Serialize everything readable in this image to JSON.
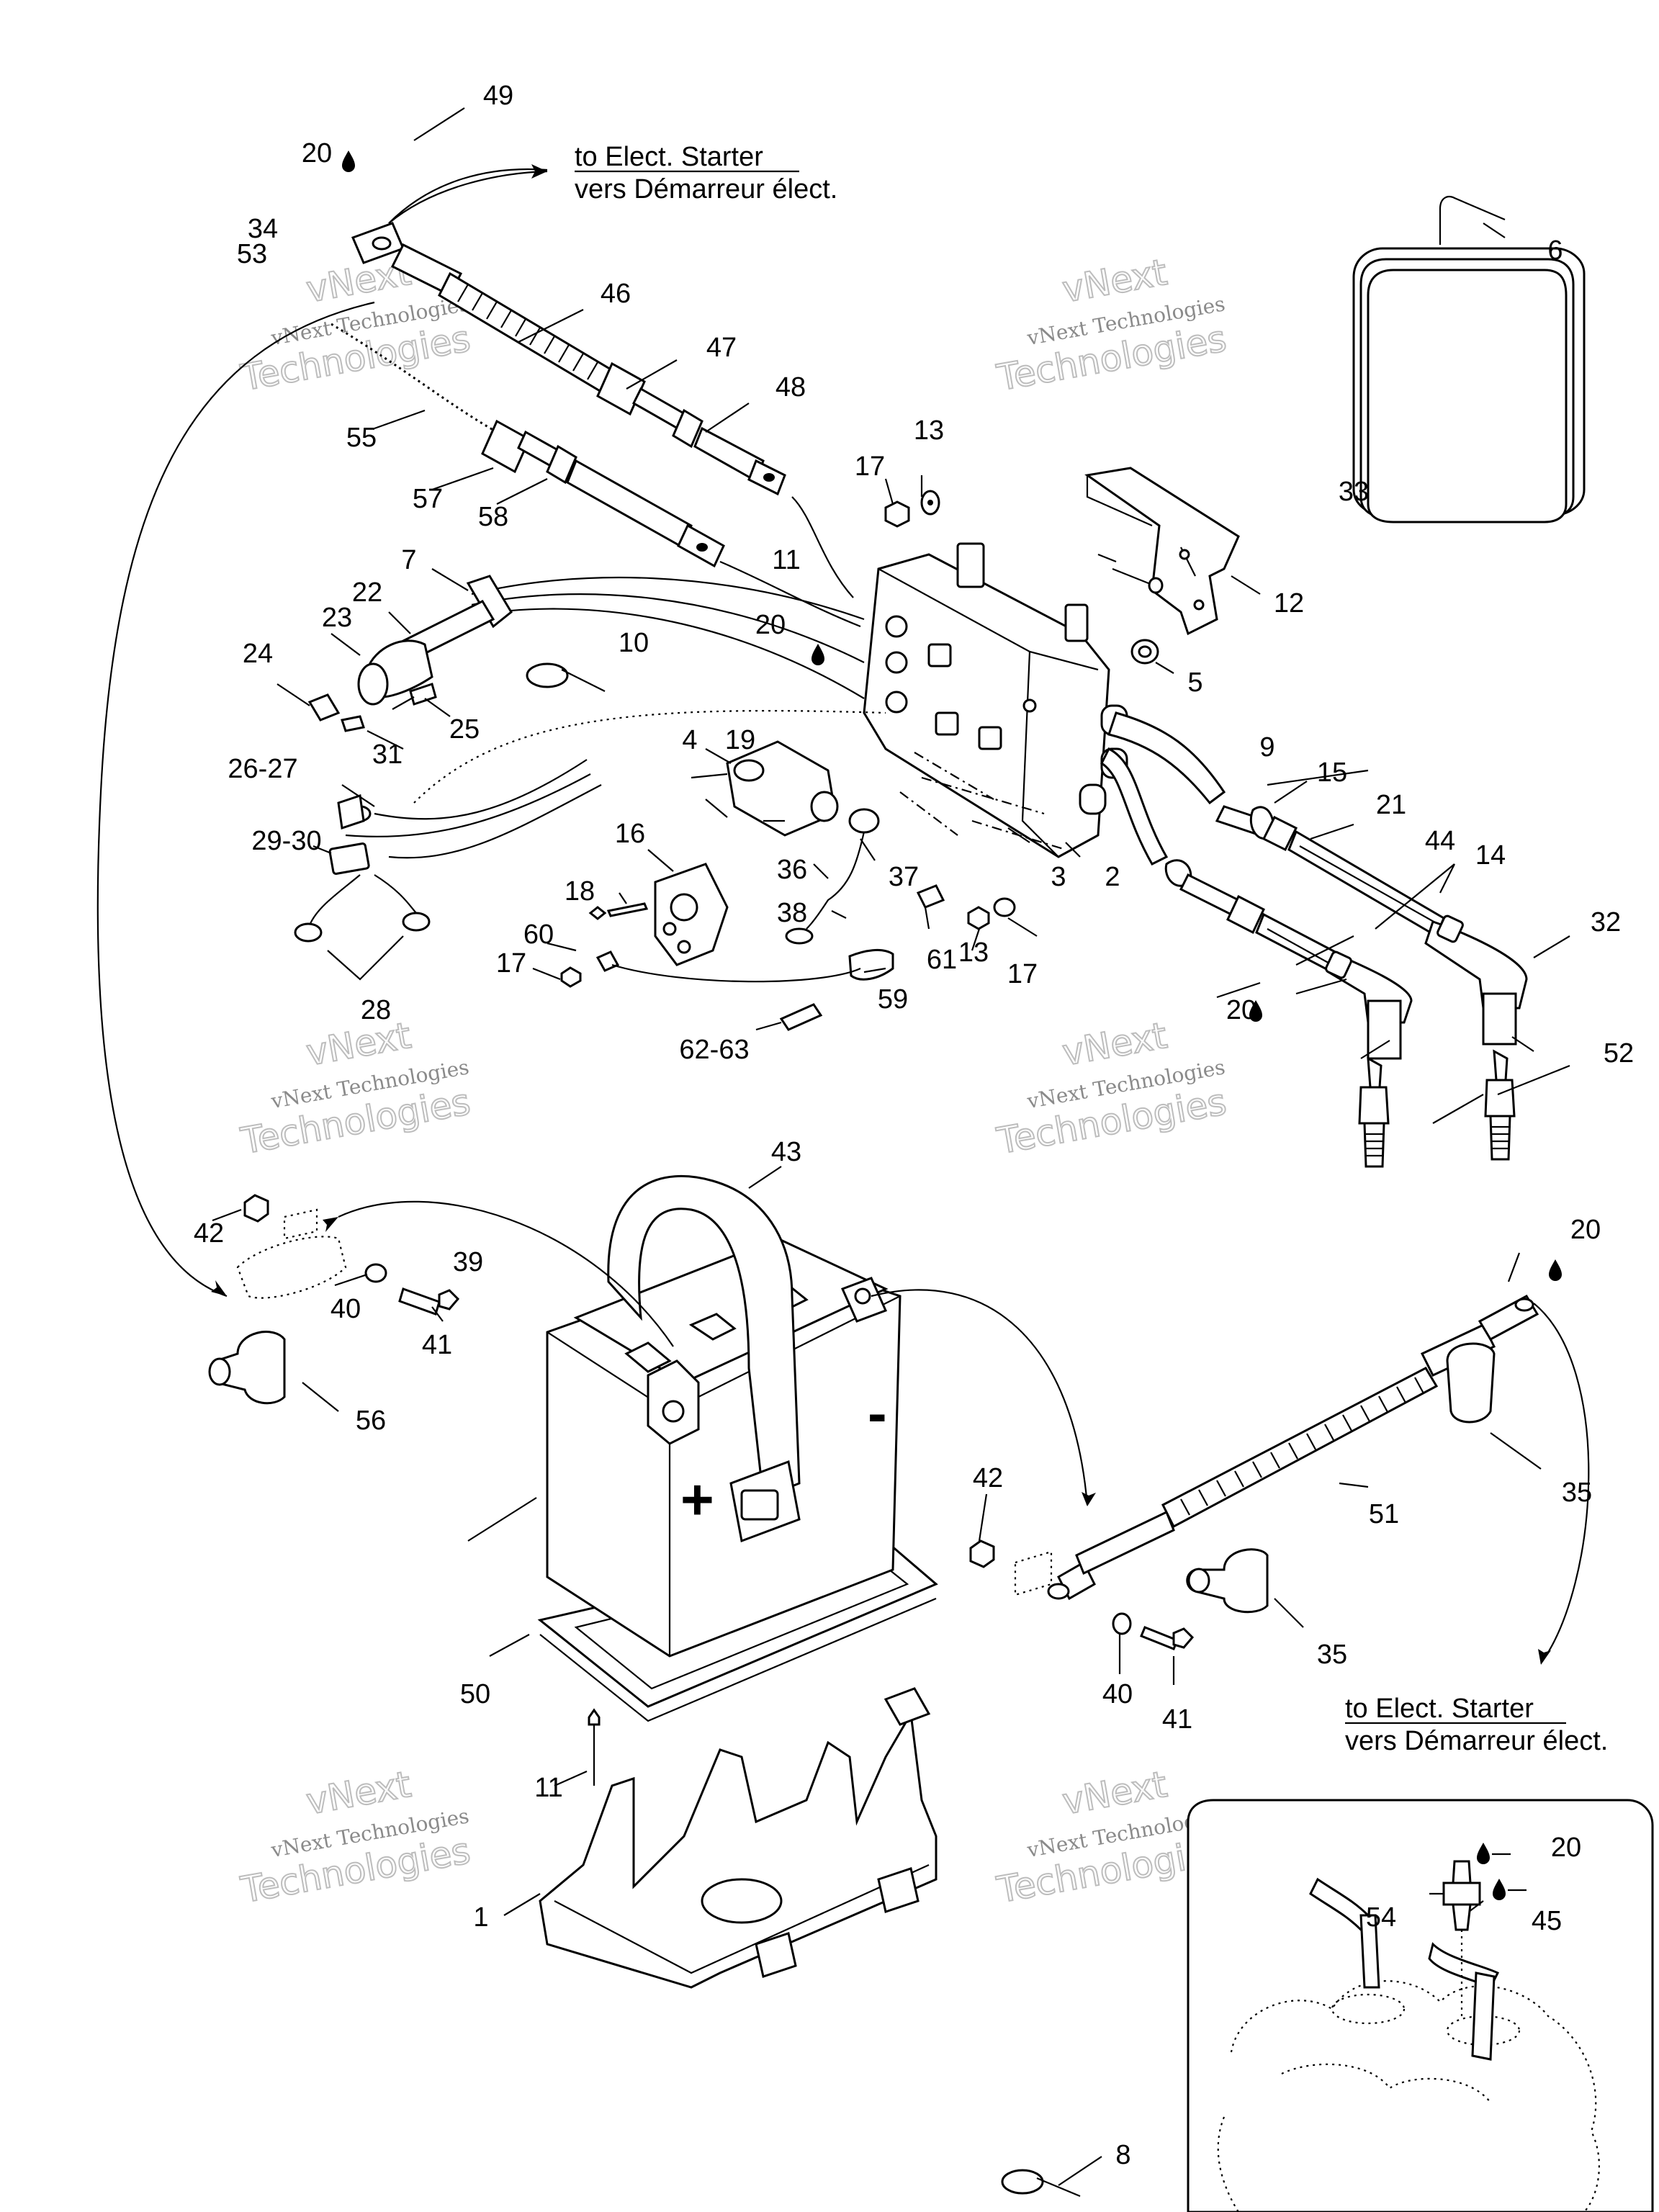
{
  "diagram": {
    "part_callouts": [
      "1",
      "2",
      "3",
      "4",
      "5",
      "6",
      "7",
      "8",
      "9",
      "10",
      "11",
      "11",
      "12",
      "13",
      "13",
      "14",
      "15",
      "16",
      "17",
      "17",
      "17",
      "18",
      "19",
      "20",
      "20",
      "20",
      "20",
      "20",
      "21",
      "22",
      "23",
      "24",
      "25",
      "26-27",
      "28",
      "29-30",
      "31",
      "32",
      "33",
      "34",
      "35",
      "35",
      "36",
      "37",
      "38",
      "39",
      "40",
      "40",
      "41",
      "41",
      "42",
      "42",
      "43",
      "44",
      "45",
      "46",
      "47",
      "48",
      "49",
      "50",
      "51",
      "52",
      "53",
      "54",
      "55",
      "56",
      "57",
      "58",
      "59",
      "60",
      "61",
      "62-63"
    ],
    "destination_top": {
      "line1": "to Elect. Starter",
      "line2": "vers Démarreur élect."
    },
    "destination_bottom": {
      "line1": "to Elect. Starter",
      "line2": "vers Démarreur élect."
    },
    "battery_positive": "+",
    "battery_negative": "-",
    "watermark": {
      "line1": "vNext Technologies",
      "line2": "vNext",
      "line3": "Technologies"
    },
    "icons": {
      "liquid_drop": "drop-icon"
    }
  }
}
